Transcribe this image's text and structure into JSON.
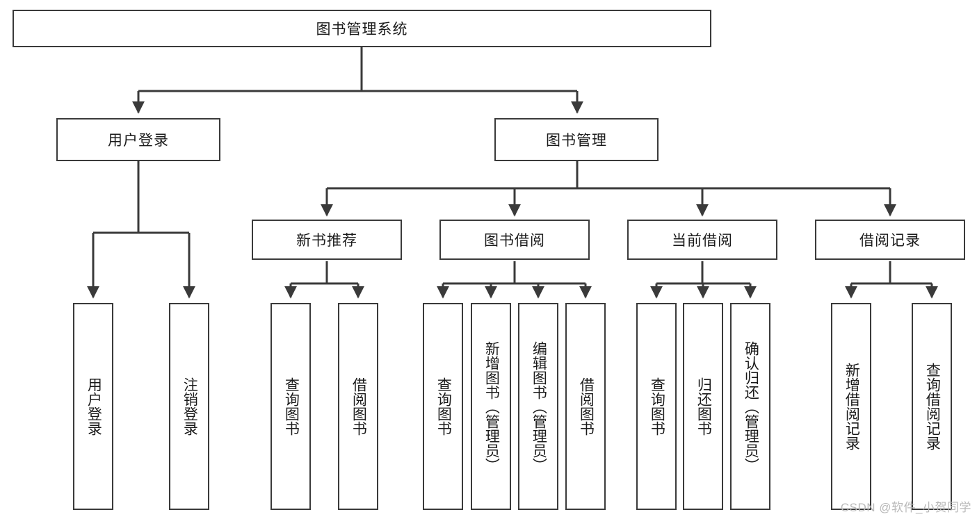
{
  "diagram": {
    "title": "图书管理系统",
    "type": "tree-hierarchy-diagram",
    "colors": {
      "box_border": "#3a3a3a",
      "box_fill": "#ffffff",
      "connector": "#3a3a3a",
      "text": "#1b1b1b",
      "watermark": "#b9b9b9",
      "background": "#ffffff"
    },
    "root": {
      "label": "图书管理系统"
    },
    "level2": [
      {
        "id": "user-login",
        "label": "用户登录"
      },
      {
        "id": "book-management",
        "label": "图书管理"
      }
    ],
    "level3": [
      {
        "id": "new-book-recommend",
        "label": "新书推荐"
      },
      {
        "id": "book-borrow",
        "label": "图书借阅"
      },
      {
        "id": "current-borrow",
        "label": "当前借阅"
      },
      {
        "id": "borrow-record",
        "label": "借阅记录"
      }
    ],
    "leaves": {
      "user_login": [
        {
          "id": "leaf-user-login",
          "label": "用户登录"
        },
        {
          "id": "leaf-logout-login",
          "label": "注销登录"
        }
      ],
      "new_book_recommend": [
        {
          "id": "leaf-query-book-1",
          "label": "查询图书"
        },
        {
          "id": "leaf-borrow-book-1",
          "label": "借阅图书"
        }
      ],
      "book_borrow": [
        {
          "id": "leaf-query-book-2",
          "label": "查询图书"
        },
        {
          "id": "leaf-add-book",
          "label": "新增图书（管理员）"
        },
        {
          "id": "leaf-edit-book",
          "label": "编辑图书（管理员）"
        },
        {
          "id": "leaf-borrow-book-2",
          "label": "借阅图书"
        }
      ],
      "current_borrow": [
        {
          "id": "leaf-query-book-3",
          "label": "查询图书"
        },
        {
          "id": "leaf-return-book",
          "label": "归还图书"
        },
        {
          "id": "leaf-confirm-return",
          "label": "确认归还（管理员）"
        }
      ],
      "borrow_record": [
        {
          "id": "leaf-add-borrow-record",
          "label": "新增借阅记录"
        },
        {
          "id": "leaf-query-borrow-record",
          "label": "查询借阅记录"
        }
      ]
    },
    "watermark": "CSDN @软件_小贺同学"
  }
}
